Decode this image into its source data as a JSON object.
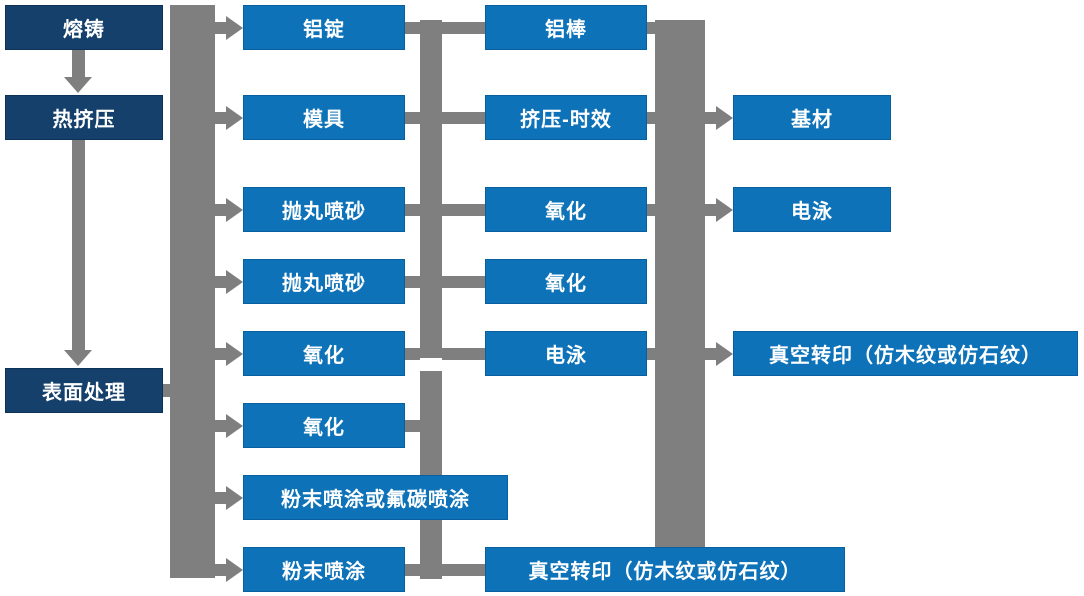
{
  "colors": {
    "stage_box": "#14406b",
    "process_box": "#0d72b8",
    "connector": "#7f7f7f",
    "text": "#ffffff",
    "background": "#ffffff"
  },
  "boxes": {
    "col1": [
      "熔铸",
      "热挤压",
      "表面处理"
    ],
    "col2": [
      "铝锭",
      "模具",
      "抛丸喷砂",
      "抛丸喷砂",
      "氧化",
      "氧化",
      "粉末喷涂或氟碳喷涂",
      "粉末喷涂"
    ],
    "col3": [
      "铝棒",
      "挤压-时效",
      "氧化",
      "氧化",
      "电泳",
      "真空转印（仿木纹或仿石纹）"
    ],
    "col4": [
      "基材",
      "电泳",
      "真空转印（仿木纹或仿石纹）"
    ]
  }
}
